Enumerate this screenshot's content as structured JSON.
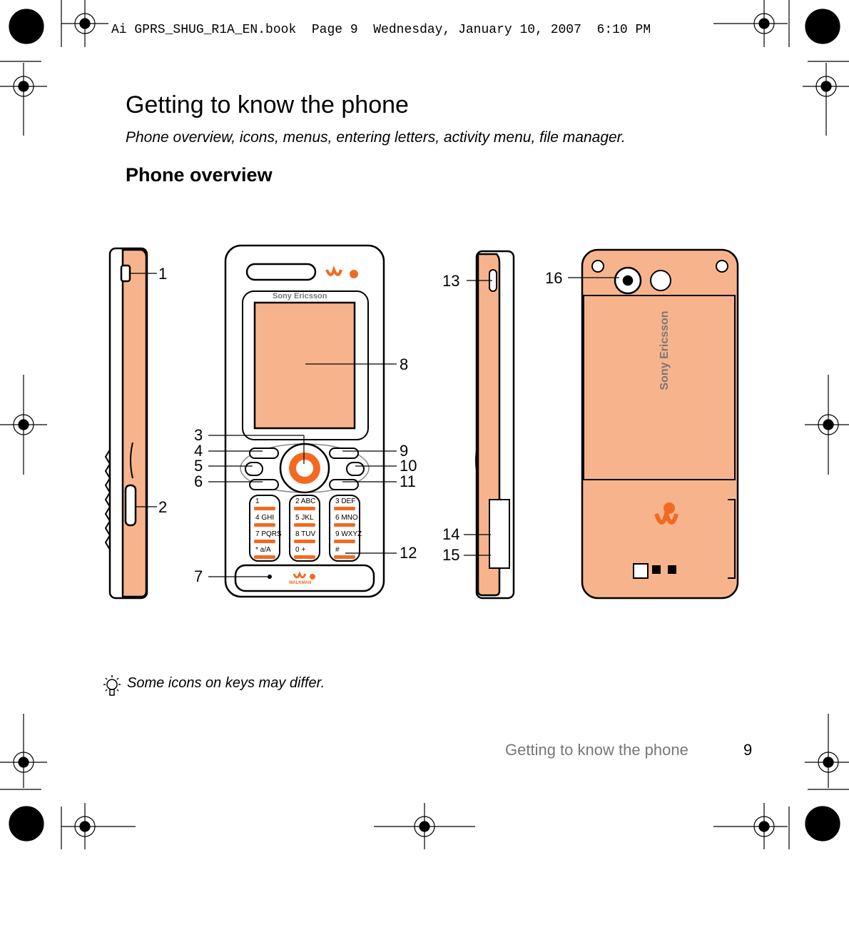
{
  "header": {
    "file_info": "Ai GPRS_SHUG_R1A_EN.book  Page 9  Wednesday, January 10, 2007  6:10 PM"
  },
  "content": {
    "title": "Getting to know the phone",
    "subtitle": "Phone overview, icons, menus, entering letters, activity menu, file manager.",
    "section_heading": "Phone overview",
    "note": "Some icons on keys may differ."
  },
  "diagram": {
    "brand_front": "Sony Ericsson",
    "brand_back": "Sony Ericsson",
    "walkman_label": "WALKMAN",
    "keys": [
      "1",
      "2 ABC",
      "3 DEF",
      "4 GHI",
      "5 JKL",
      "6 MNO",
      "7 PQRS",
      "8 TUV",
      "9 WXYZ",
      "* a/A",
      "0 +",
      "#"
    ],
    "callouts": [
      "1",
      "2",
      "3",
      "4",
      "5",
      "6",
      "7",
      "8",
      "9",
      "10",
      "11",
      "12",
      "13",
      "14",
      "15",
      "16"
    ]
  },
  "footer": {
    "section_name": "Getting to know the phone",
    "page_number": "9"
  },
  "colors": {
    "phone_orange": "#f7b48c",
    "accent_orange": "#f26a21",
    "footer_gray": "#777777"
  }
}
